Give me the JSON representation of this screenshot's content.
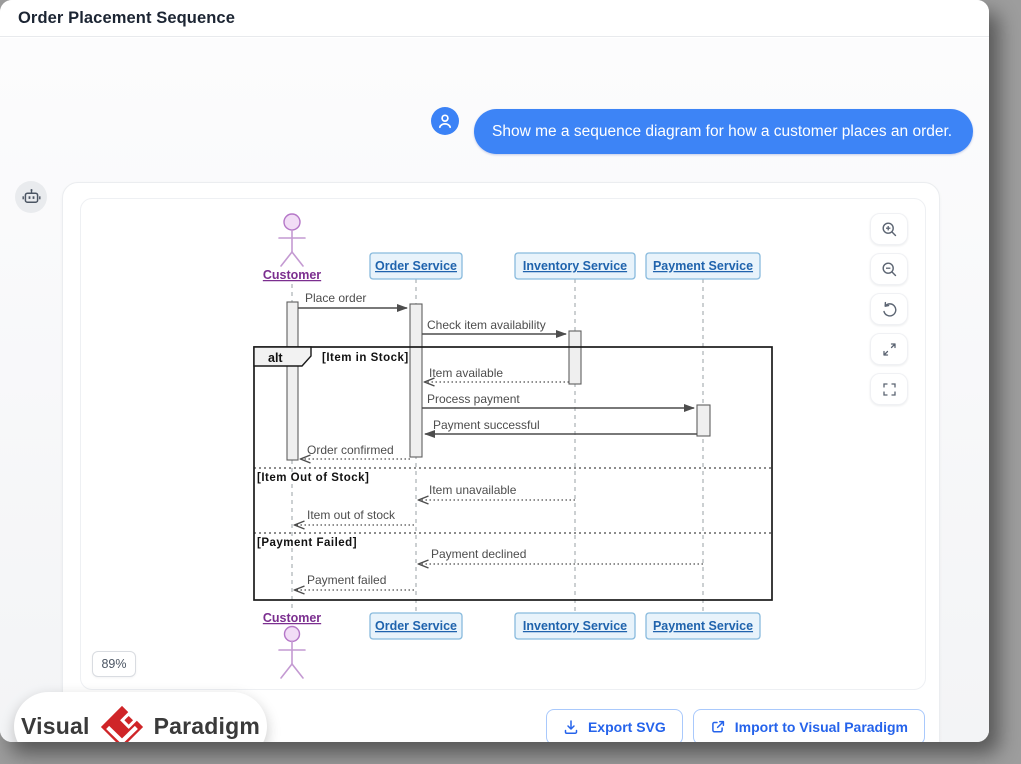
{
  "header": {
    "title": "Order Placement Sequence"
  },
  "chat": {
    "user_message": "Show me a sequence diagram for how a customer places an order."
  },
  "viewer": {
    "zoom_level": "89%",
    "control_icons": [
      "zoom-in-icon",
      "zoom-out-icon",
      "reset-view-icon",
      "expand-icon",
      "fullscreen-icon"
    ]
  },
  "diagram": {
    "type": "sequence",
    "participants": [
      {
        "name": "Customer",
        "kind": "actor"
      },
      {
        "name": "Order Service",
        "kind": "lifeline"
      },
      {
        "name": "Inventory Service",
        "kind": "lifeline"
      },
      {
        "name": "Payment Service",
        "kind": "lifeline"
      }
    ],
    "fragment": {
      "operator": "alt",
      "guards": [
        "[Item in Stock]",
        "[Item Out of Stock]",
        "[Payment Failed]"
      ]
    },
    "messages": [
      {
        "label": "Place order",
        "from": "Customer",
        "to": "Order Service",
        "line": "solid"
      },
      {
        "label": "Check item availability",
        "from": "Order Service",
        "to": "Inventory Service",
        "line": "solid"
      },
      {
        "label": "Item available",
        "from": "Inventory Service",
        "to": "Order Service",
        "line": "dashed"
      },
      {
        "label": "Process payment",
        "from": "Order Service",
        "to": "Payment Service",
        "line": "solid"
      },
      {
        "label": "Payment successful",
        "from": "Payment Service",
        "to": "Order Service",
        "line": "solid"
      },
      {
        "label": "Order confirmed",
        "from": "Order Service",
        "to": "Customer",
        "line": "dashed"
      },
      {
        "label": "Item unavailable",
        "from": "Inventory Service",
        "to": "Order Service",
        "line": "dashed"
      },
      {
        "label": "Item out of stock",
        "from": "Order Service",
        "to": "Customer",
        "line": "dashed"
      },
      {
        "label": "Payment declined",
        "from": "Payment Service",
        "to": "Order Service",
        "line": "dashed"
      },
      {
        "label": "Payment failed",
        "from": "Order Service",
        "to": "Customer",
        "line": "dashed"
      }
    ]
  },
  "footer": {
    "logo_text_1": "Visual",
    "logo_text_2": "Paradigm",
    "export_button": "Export SVG",
    "import_button": "Import to Visual Paradigm"
  },
  "colors": {
    "accent_blue": "#3b82f6",
    "button_text_blue": "#2563eb",
    "lifeline_box_fill": "#e8f3fb",
    "lifeline_box_border": "#88badd",
    "lifeline_text_blue": "#1f63ad",
    "actor_purple": "#b577c8",
    "actor_label_purple": "#7b2e8f",
    "message_gray": "#4d4d4d",
    "logo_red": "#cf2528"
  }
}
